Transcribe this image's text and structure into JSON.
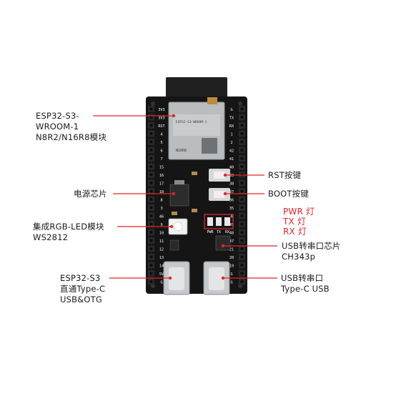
{
  "colors": {
    "accent": "#e0262b",
    "board": "#151515",
    "pin": "#2a2a2a",
    "module": "#b9bdc0",
    "silk": "#ffffff"
  },
  "labels": {
    "module": [
      "ESP32-S3-",
      "WROOM-1",
      "N8R2/N16R8模块"
    ],
    "power_chip": [
      "电源芯片"
    ],
    "rgb_led": [
      "集成RGB-LED模块",
      "WS2812"
    ],
    "otg_port": [
      "ESP32-S3",
      "直通Type-C",
      "USB&OTG"
    ],
    "rst": [
      "RST按键"
    ],
    "boot": [
      "BOOT按键"
    ],
    "leds": [
      "PWR 灯",
      "TX 灯",
      "RX 灯"
    ],
    "usb_chip": [
      "USB转串口芯片",
      "CH343p"
    ],
    "uart_port": [
      "USB转串口",
      "Type-C USB"
    ]
  },
  "board": {
    "left_pins": [
      "3V3",
      "3V3",
      "RST",
      "4",
      "5",
      "6",
      "7",
      "15",
      "16",
      "17",
      "18",
      "8",
      "3",
      "46",
      "9",
      "10",
      "11",
      "12",
      "13",
      "14",
      "5V",
      "G"
    ],
    "right_pins": [
      "G",
      "TX",
      "RX",
      "1",
      "2",
      "42",
      "41",
      "40",
      "39",
      "38",
      "37",
      "36",
      "35",
      "0",
      "45",
      "48",
      "47",
      "21",
      "20",
      "19",
      "G",
      "G"
    ],
    "led_marks": [
      "PWR",
      "TX",
      "RX"
    ],
    "module_marks": [
      "ESP32-S3-WROOM-1",
      "N16R8"
    ]
  }
}
